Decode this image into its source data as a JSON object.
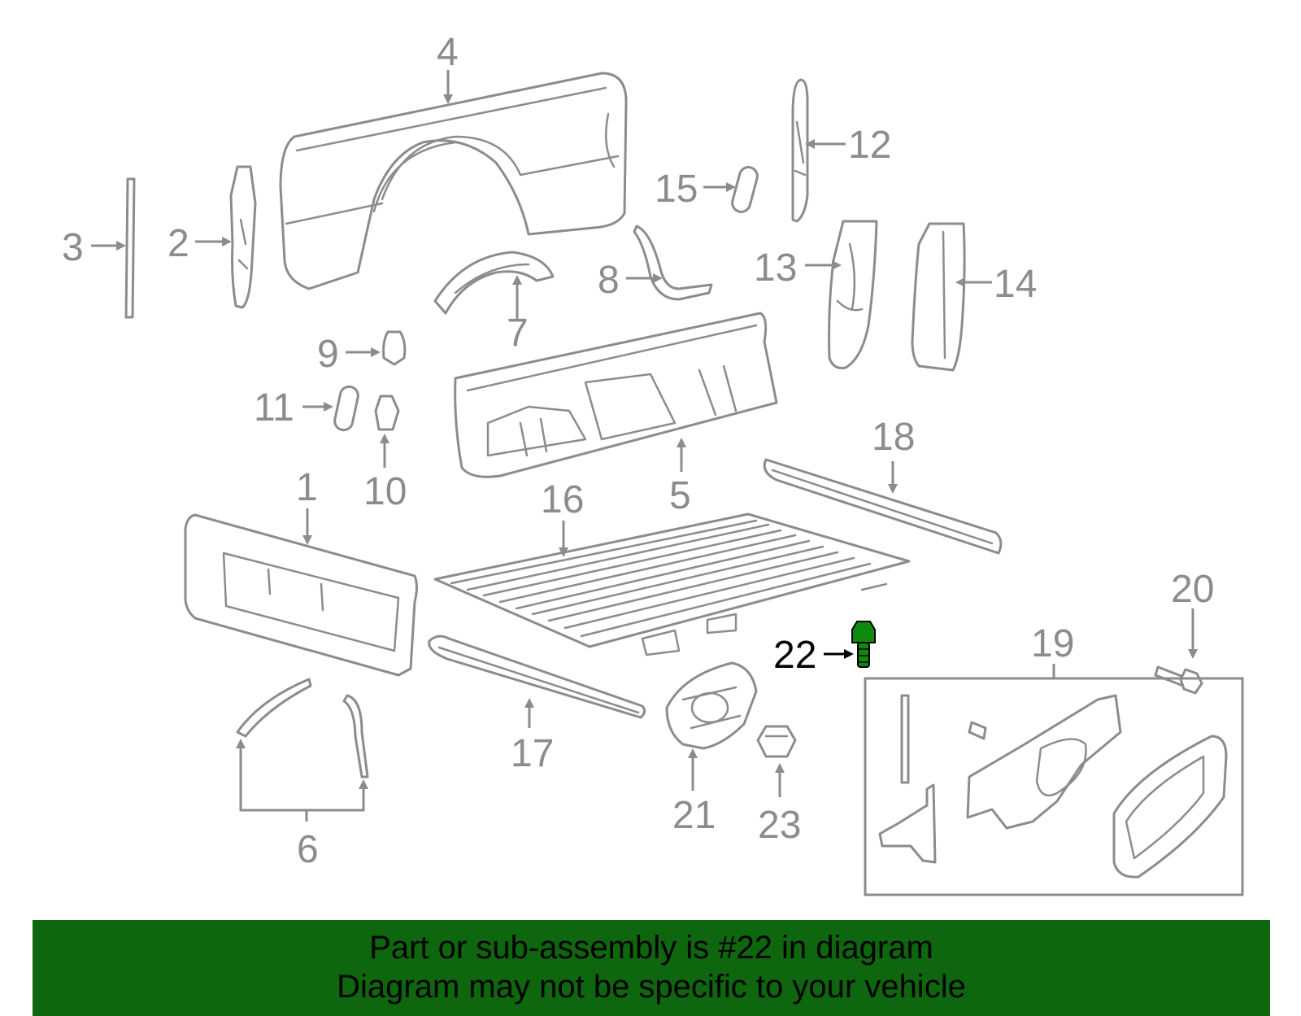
{
  "colors": {
    "line_art": "#8c8c8c",
    "highlight_part": "#0e8a0e",
    "banner_background": "#0e660e",
    "banner_text": "#000000"
  },
  "callouts": {
    "c1": "1",
    "c2": "2",
    "c3": "3",
    "c4": "4",
    "c5": "5",
    "c6": "6",
    "c7": "7",
    "c8": "8",
    "c9": "9",
    "c10": "10",
    "c11": "11",
    "c12": "12",
    "c13": "13",
    "c14": "14",
    "c15": "15",
    "c16": "16",
    "c17": "17",
    "c18": "18",
    "c19": "19",
    "c20": "20",
    "c21": "21",
    "c22": "22",
    "c23": "23"
  },
  "highlighted_callout": "22",
  "banner": {
    "line1": "Part or sub-assembly is #22 in diagram",
    "line2": "Diagram may not be specific to your vehicle"
  }
}
